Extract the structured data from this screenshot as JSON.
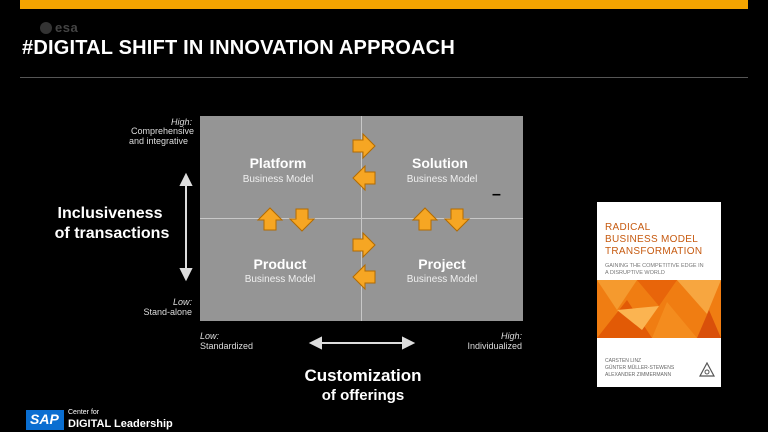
{
  "header": {
    "logo_text": "esa",
    "title": "#DIGITAL SHIFT IN INNOVATION APPROACH"
  },
  "matrix": {
    "quadrants": [
      {
        "name": "Platform",
        "sub": "Business Model"
      },
      {
        "name": "Solution",
        "sub": "Business Model"
      },
      {
        "name": "Product",
        "sub": "Business Model"
      },
      {
        "name": "Project",
        "sub": "Business Model"
      }
    ],
    "y_axis": {
      "title_line1": "Inclusiveness",
      "title_line2": "of transactions",
      "high_label": "High:",
      "high_desc1": "Comprehensive",
      "high_desc2": "and integrative",
      "low_label": "Low:",
      "low_desc": "Stand-alone"
    },
    "x_axis": {
      "title_line1": "Customization",
      "title_line2": "of offerings",
      "low_label": "Low:",
      "low_desc": "Standardized",
      "high_label": "High:",
      "high_desc": "Individualized"
    },
    "dash": "–"
  },
  "book": {
    "title1": "RADICAL",
    "title2": "BUSINESS MODEL",
    "title3": "TRANSFORMATION",
    "subtitle1": "GAINING THE COMPETITIVE EDGE IN",
    "subtitle2": "A DISRUPTIVE WORLD",
    "author1": "CARSTEN LINZ",
    "author2": "GÜNTER MÜLLER-STEWENS",
    "author3": "ALEXANDER ZIMMERMANN",
    "cover_accent": "#f07d12"
  },
  "footer": {
    "sap": "SAP",
    "center_for": "Center for",
    "digital_leadership": "DIGITAL Leadership"
  },
  "colors": {
    "accent": "#f4a400",
    "arrow_fill": "#f6a623",
    "arrow_stroke": "#b36b00"
  }
}
